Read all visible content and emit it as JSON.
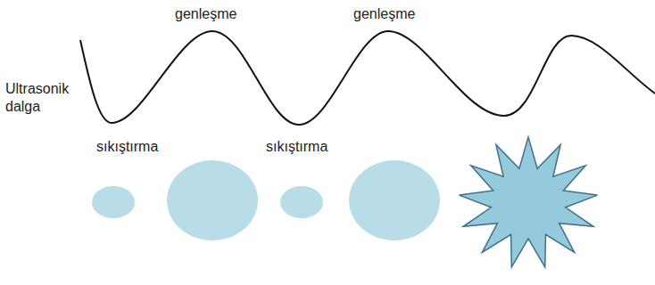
{
  "diagram": {
    "labels": [
      "genleşme",
      "genleşme",
      "Ultrasonik dalga",
      "sıkıştırma",
      "sıkıştırma"
    ]
  }
}
